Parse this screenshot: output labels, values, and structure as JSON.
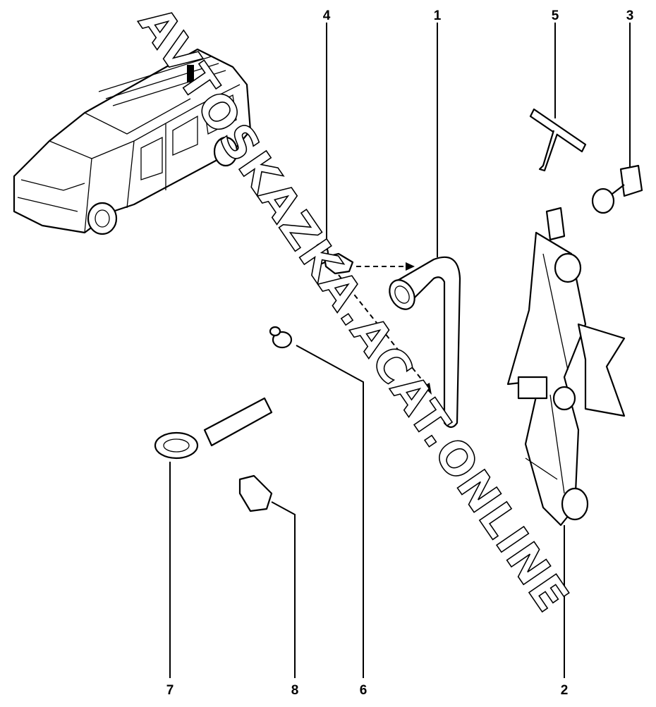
{
  "diagram": {
    "callouts": [
      {
        "id": "1"
      },
      {
        "id": "2"
      },
      {
        "id": "3"
      },
      {
        "id": "4"
      },
      {
        "id": "5"
      },
      {
        "id": "6"
      },
      {
        "id": "7"
      },
      {
        "id": "8"
      }
    ],
    "watermark": "AVTOSKAZKA.ACAT.ONLINE"
  }
}
